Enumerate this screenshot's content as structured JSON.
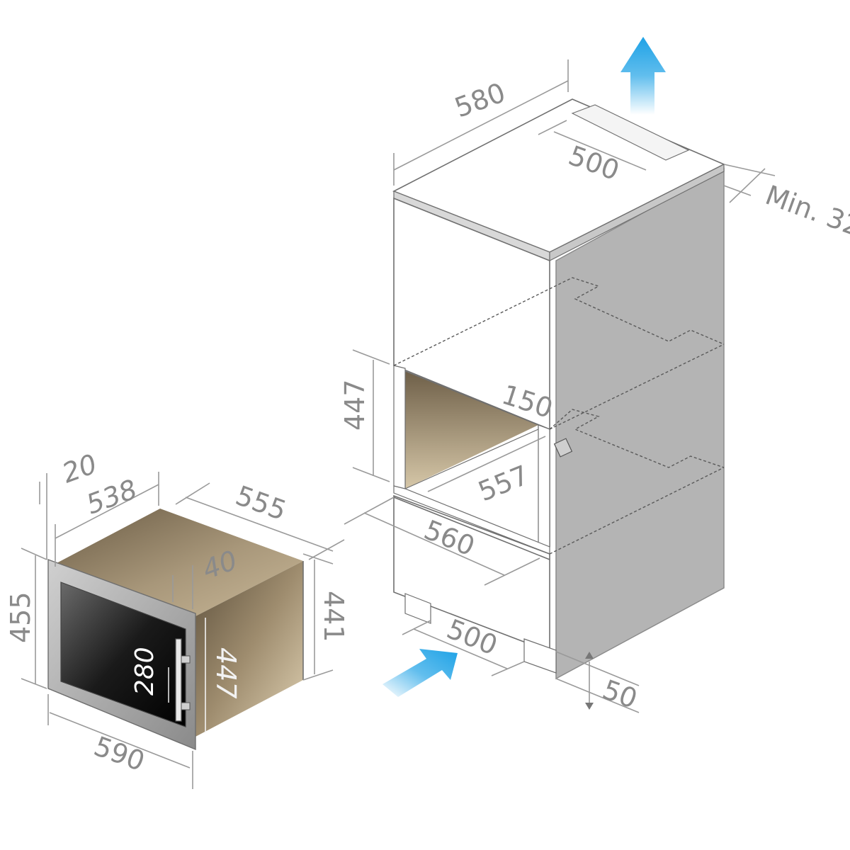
{
  "colors": {
    "airflow_arrow": "#1ea2e6",
    "cabinet_side": "#b4b4b4",
    "cabinet_front": "#ffffff",
    "appliance_body": "#a8977a",
    "appliance_door": "#111111",
    "appliance_frame": "#9c9c9c",
    "dimension_text": "#8a8a8a"
  },
  "icons": {
    "airflow_out": "up-arrow-icon",
    "airflow_in": "diagonal-arrow-icon"
  },
  "cabinet": {
    "top_depth": "580",
    "vent_opening": "500",
    "vent_clearance": "Min. 32",
    "niche_height": "447",
    "niche_offset": "150",
    "niche_depth": "557",
    "niche_width": "560",
    "base_vent": "500",
    "base_clearance": "50"
  },
  "appliance": {
    "frame_thickness": "20",
    "body_width": "538",
    "body_depth": "555",
    "door_offset": "40",
    "front_height": "455",
    "body_height": "441",
    "side_height": "447",
    "handle_length": "280",
    "front_width": "590"
  }
}
